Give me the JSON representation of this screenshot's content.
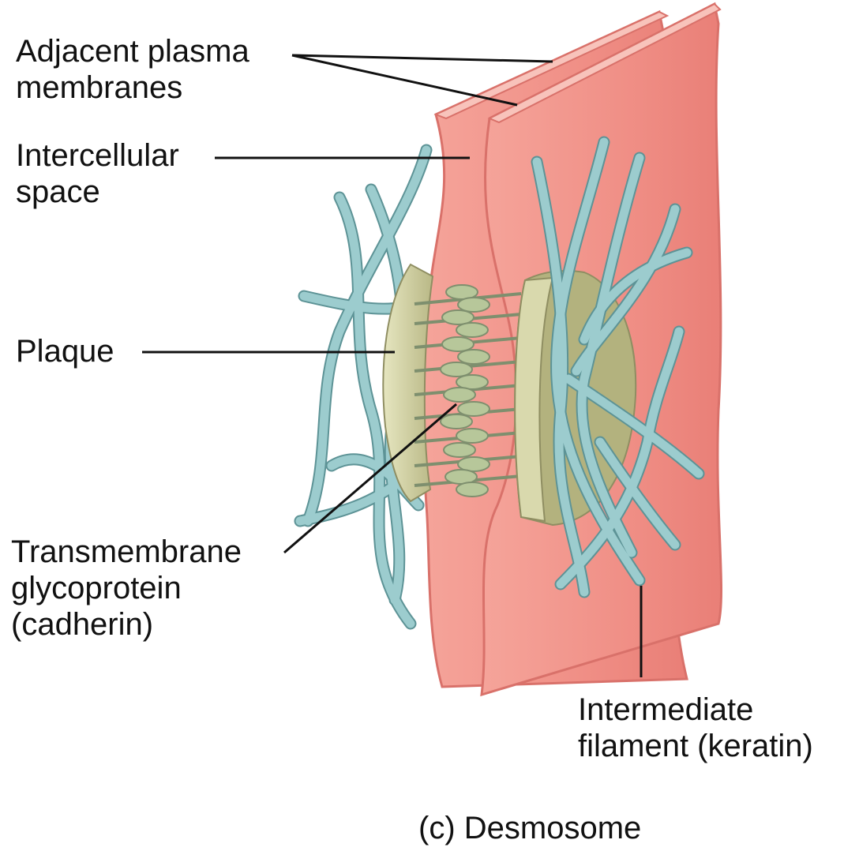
{
  "labels": {
    "membranes": [
      "Adjacent plasma",
      "membranes"
    ],
    "space": [
      "Intercellular",
      "space"
    ],
    "plaque": [
      "Plaque"
    ],
    "cadherin": [
      "Transmembrane",
      "glycoprotein",
      "(cadherin)"
    ],
    "filament": [
      "Intermediate",
      "filament (keratin)"
    ]
  },
  "caption": "(c) Desmosome",
  "colors": {
    "membrane_fill": "#f2938a",
    "membrane_edge": "#d9716a",
    "plaque_fill": "#cfcf9e",
    "filament": "#8ec2c4",
    "filament_edge": "#5d9396",
    "cadherin": "#b7c79a",
    "leader_line": "#111111"
  }
}
